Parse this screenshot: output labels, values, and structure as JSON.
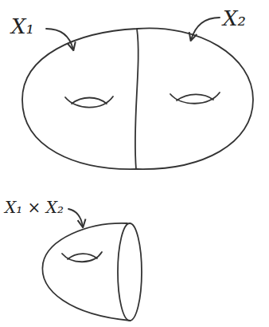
{
  "diagram": {
    "labels": [
      "X₁",
      "X₂",
      "X₁ × X₂"
    ]
  }
}
